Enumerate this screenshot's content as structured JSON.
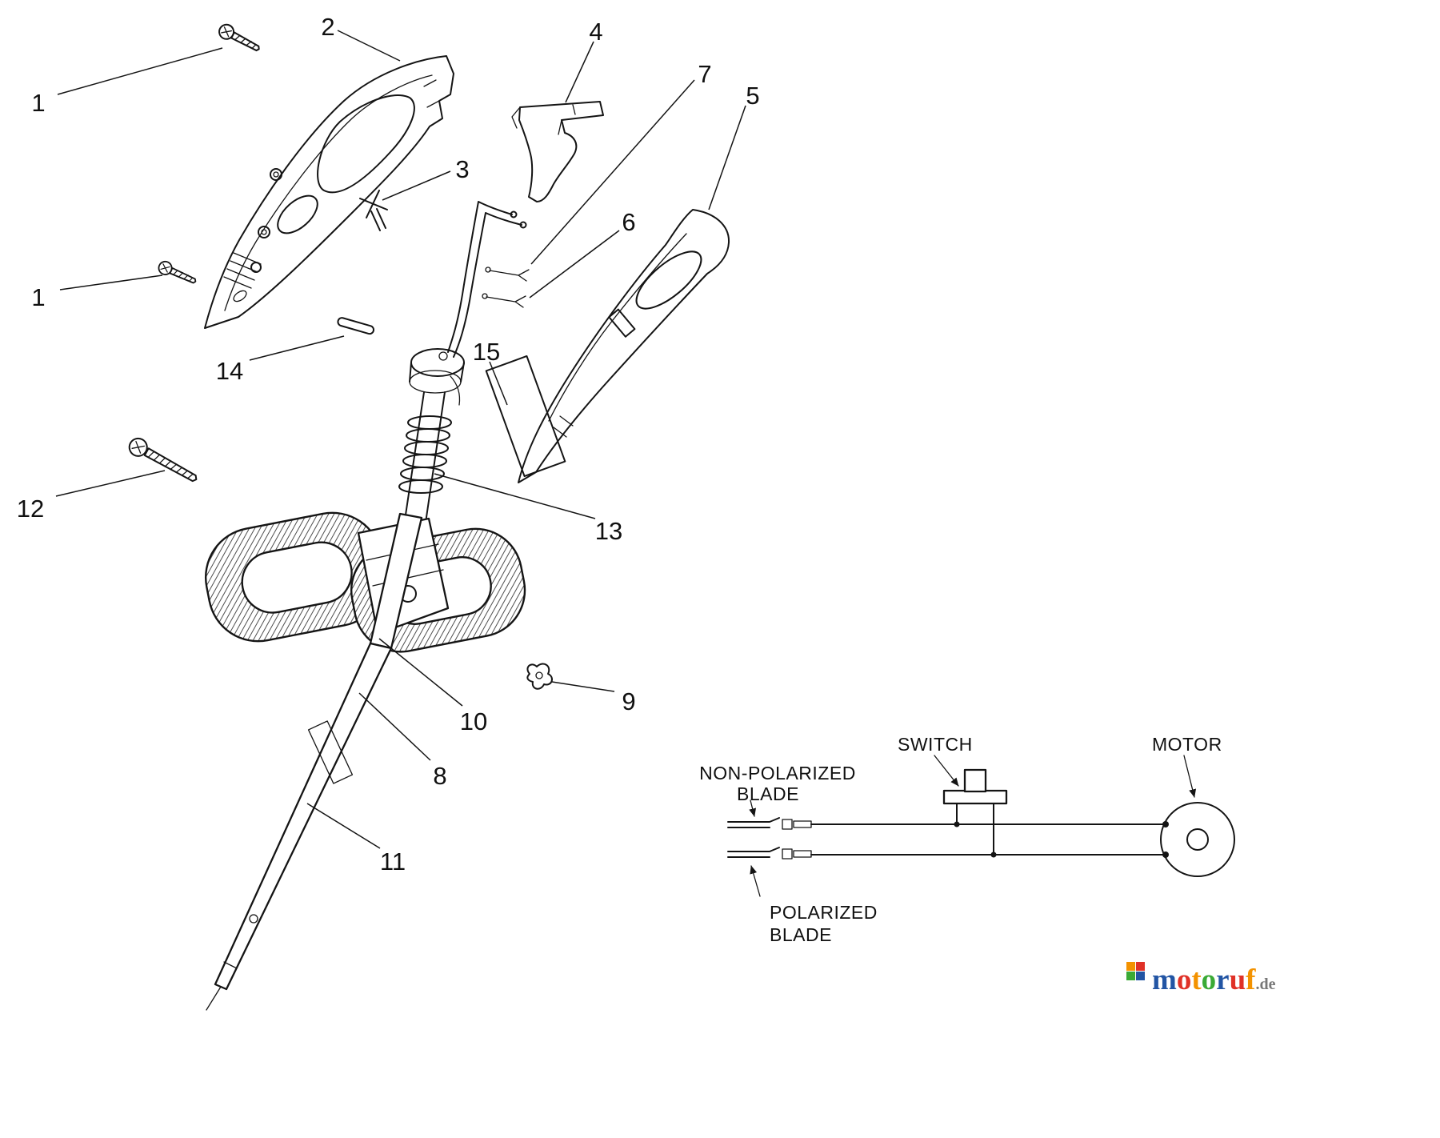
{
  "diagram": {
    "stroke_color": "#141414",
    "callouts": {
      "n1_top": "1",
      "n1_mid": "1",
      "n2": "2",
      "n3": "3",
      "n4": "4",
      "n5": "5",
      "n6": "6",
      "n7": "7",
      "n8": "8",
      "n9": "9",
      "n10": "10",
      "n11": "11",
      "n12": "12",
      "n13": "13",
      "n14": "14",
      "n15": "15"
    }
  },
  "wiring": {
    "switch": "SWITCH",
    "motor": "MOTOR",
    "non_polarized_line1": "NON-POLARIZED",
    "non_polarized_line2": "BLADE",
    "polarized_line1": "POLARIZED",
    "polarized_line2": "BLADE"
  },
  "logo": {
    "letters": [
      {
        "char": "m",
        "color": "#2255a4"
      },
      {
        "char": "o",
        "color": "#e03127"
      },
      {
        "char": "t",
        "color": "#f39200"
      },
      {
        "char": "o",
        "color": "#3aaa35"
      },
      {
        "char": "r",
        "color": "#2255a4"
      },
      {
        "char": "u",
        "color": "#e03127"
      },
      {
        "char": "f",
        "color": "#f39200"
      }
    ],
    "suffix": ".de",
    "suffix_color": "#777777",
    "icon_colors": {
      "tl": "#f39200",
      "tr": "#e03127",
      "bl": "#3aaa35",
      "br": "#2255a4"
    }
  }
}
